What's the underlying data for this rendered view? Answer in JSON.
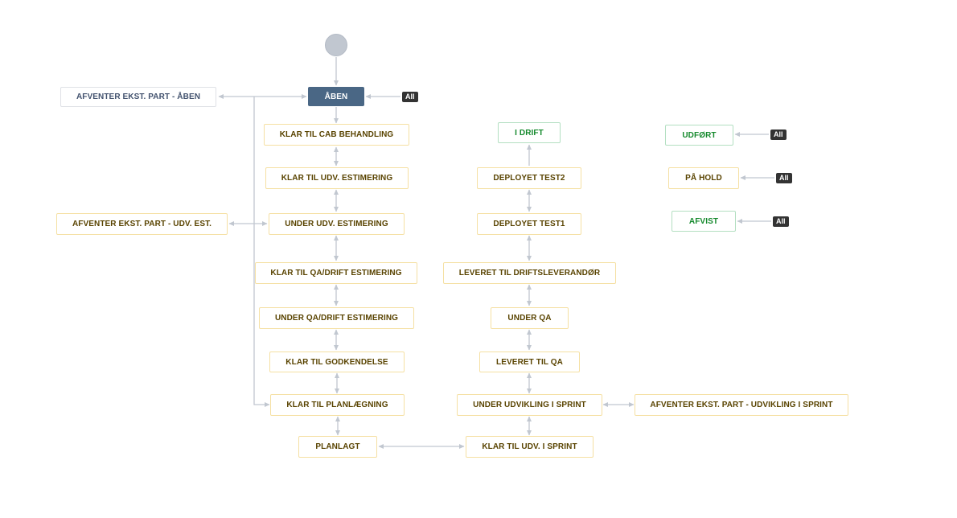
{
  "workflow": {
    "statuses": {
      "aaben": "ÅBEN",
      "afventer_aaben": "AFVENTER EKST. PART - ÅBEN",
      "klar_cab": "KLAR TIL CAB BEHANDLING",
      "klar_udv_est": "KLAR TIL UDV. ESTIMERING",
      "under_udv_est": "UNDER UDV. ESTIMERING",
      "afventer_udv_est": "AFVENTER EKST. PART - UDV. EST.",
      "klar_qa_drift": "KLAR TIL QA/DRIFT ESTIMERING",
      "under_qa_drift": "UNDER QA/DRIFT ESTIMERING",
      "klar_godkendelse": "KLAR TIL GODKENDELSE",
      "klar_planlaegning": "KLAR TIL PLANLÆGNING",
      "planlagt": "PLANLAGT",
      "klar_udv_sprint": "KLAR TIL UDV. I SPRINT",
      "under_udvikling": "UNDER UDVIKLING I SPRINT",
      "afventer_udvikling": "AFVENTER EKST. PART - UDVIKLING I SPRINT",
      "leveret_qa": "LEVERET TIL QA",
      "under_qa": "UNDER QA",
      "leveret_drift": "LEVERET TIL DRIFTSLEVERANDØR",
      "deployet_test1": "DEPLOYET TEST1",
      "deployet_test2": "DEPLOYET TEST2",
      "i_drift": "I DRIFT",
      "udfoert": "UDFØRT",
      "paa_hold": "PÅ HOLD",
      "afvist": "AFVIST"
    },
    "all_label": "All",
    "colors": {
      "in_progress_border": "#f5e0a3",
      "in_progress_text": "#594300",
      "todo_border": "#dfe1e6",
      "todo_text": "#42526e",
      "done_border": "#b3dfc1",
      "done_text": "#14892c",
      "initial_fill": "#4a6785",
      "start_circle": "#c1c7d0",
      "all_badge": "#333333",
      "edge": "#c1c7d0"
    }
  }
}
